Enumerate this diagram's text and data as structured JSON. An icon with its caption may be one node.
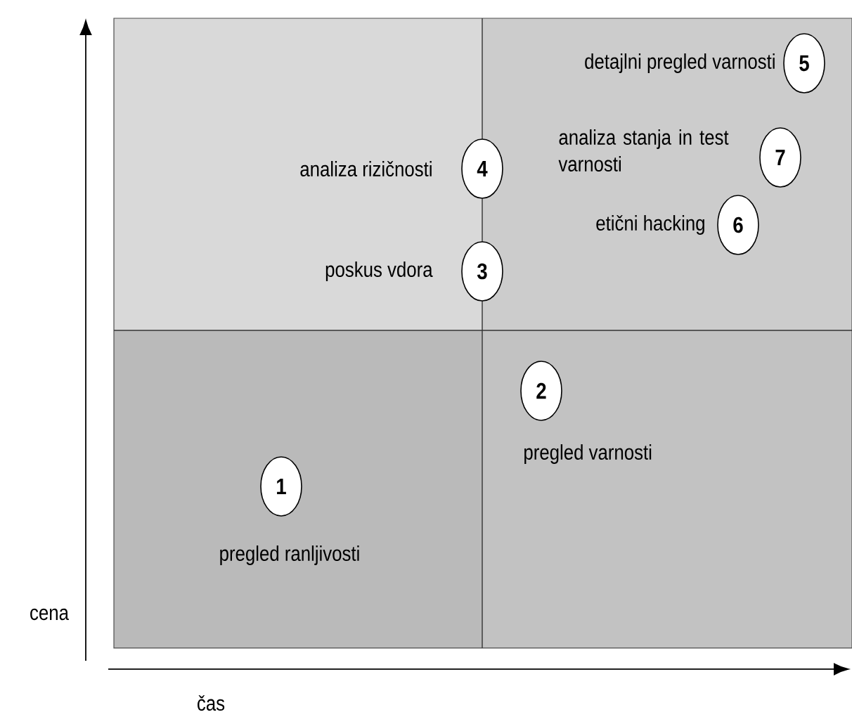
{
  "diagram": {
    "nodes": [
      {
        "text": [
          "5"
        ],
        "beside": [
          "detajlni pregled varnosti"
        ]
      },
      {
        "text": [
          "7"
        ],
        "beside": [
          "analiza stanja in test varnosti"
        ]
      },
      {
        "text": [
          "4"
        ],
        "beside": [
          "analiza rizičnosti"
        ]
      },
      {
        "text": [
          "6"
        ],
        "beside": [
          "etični hacking"
        ]
      },
      {
        "text": [
          "3"
        ],
        "beside": [
          "poskus vdora"
        ]
      },
      {
        "text": [
          "2"
        ],
        "beside": [
          "pregled varnosti"
        ]
      },
      {
        "text": [
          "1"
        ],
        "beside": [
          "pregled ranljivosti"
        ]
      }
    ],
    "labels": [
      "cena",
      "čas"
    ]
  }
}
